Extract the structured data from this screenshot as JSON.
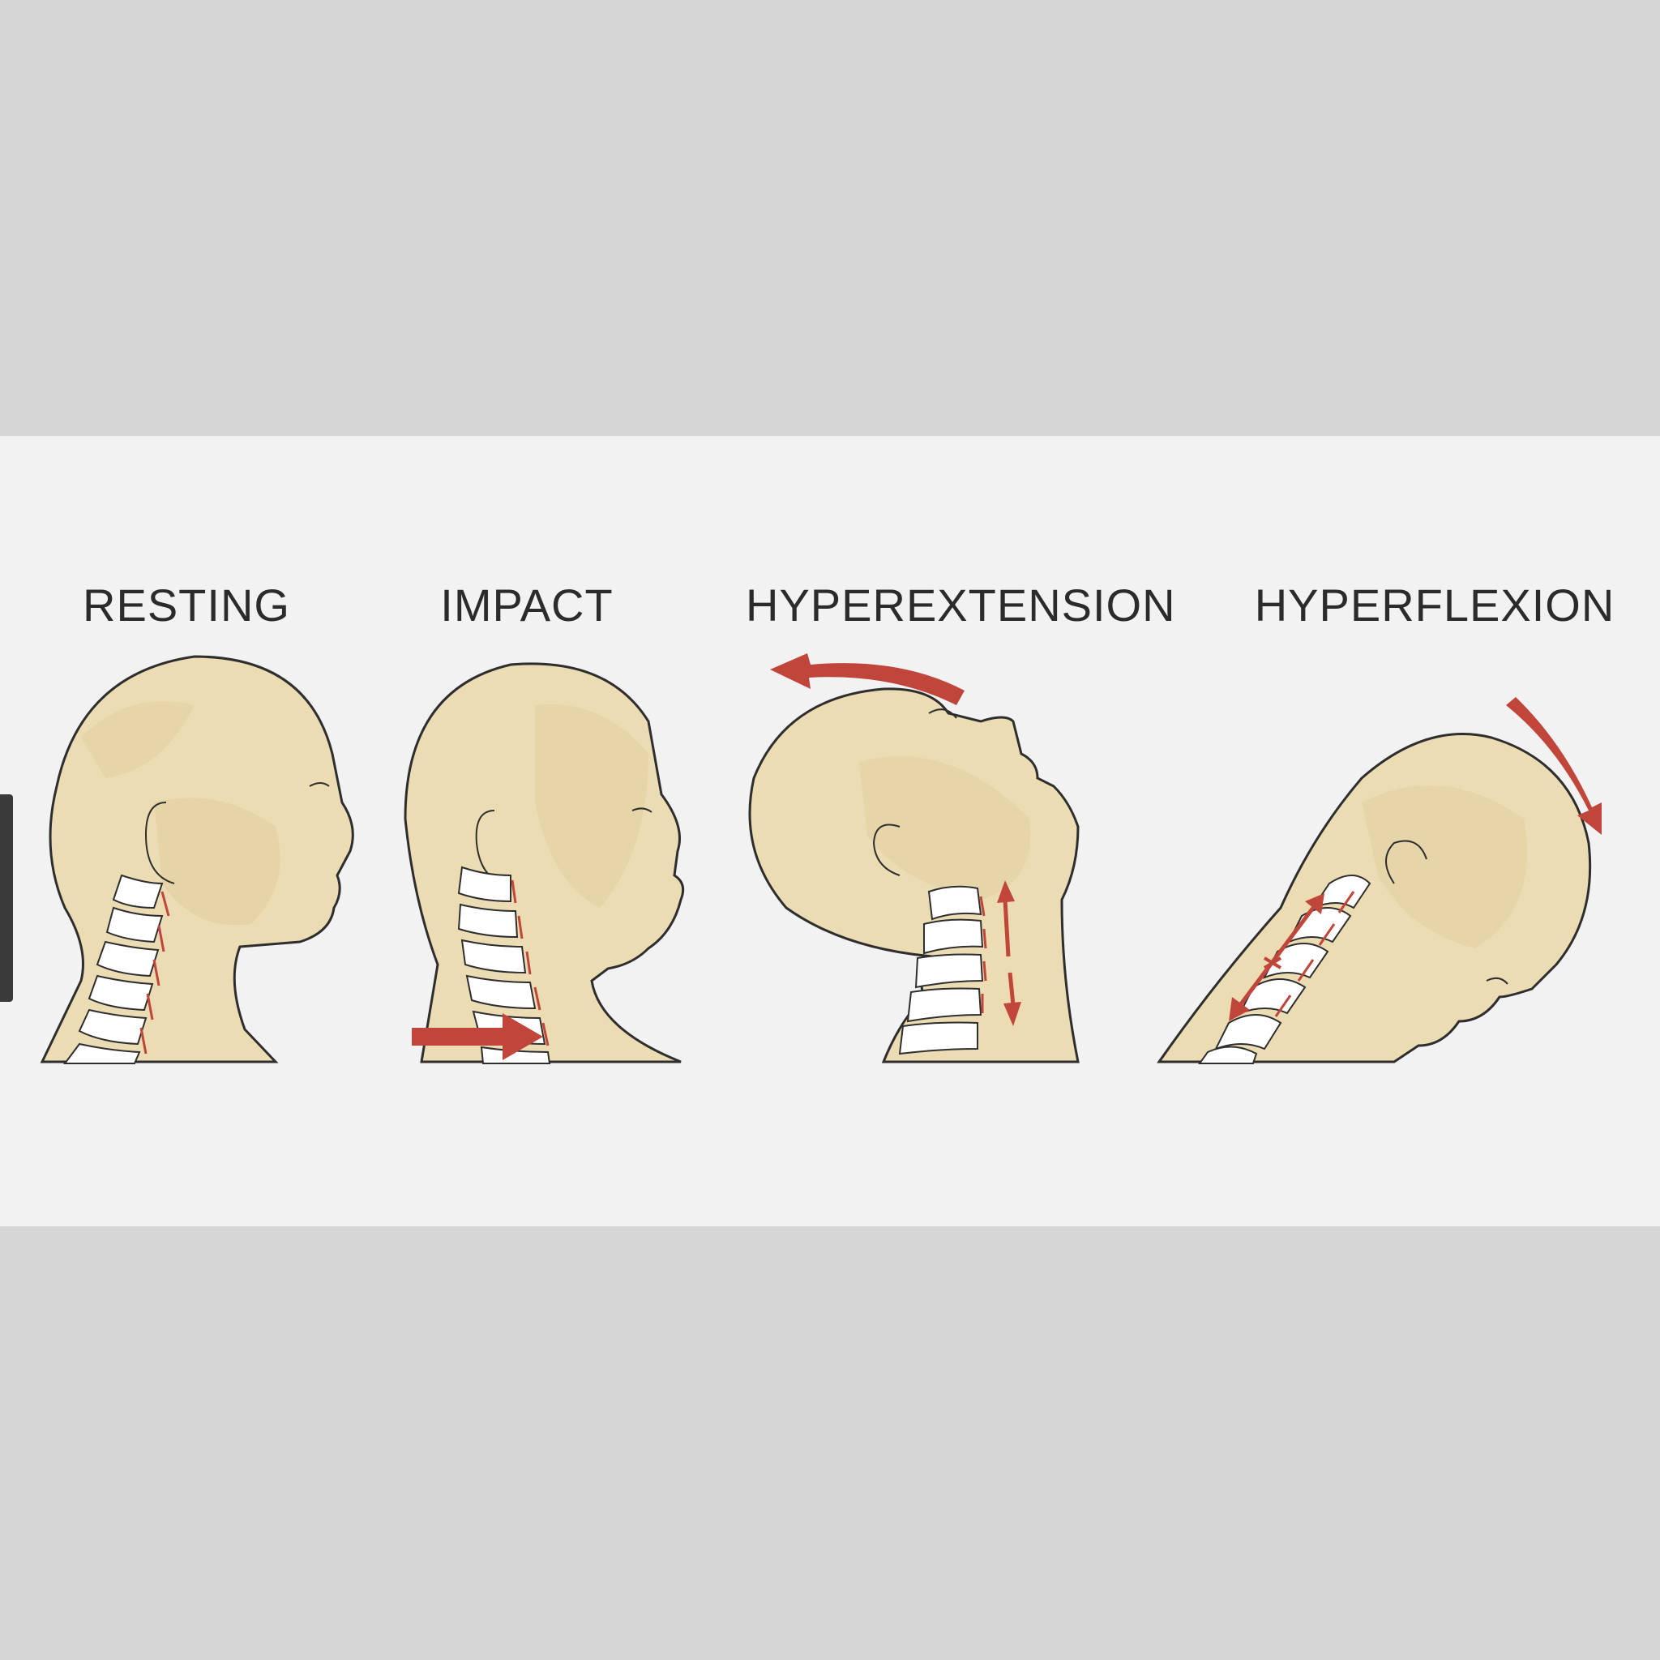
{
  "panels": [
    {
      "id": "resting",
      "label": "RESTING"
    },
    {
      "id": "impact",
      "label": "IMPACT"
    },
    {
      "id": "hyperextension",
      "label": "HYPEREXTENSION"
    },
    {
      "id": "hyperflexion",
      "label": "HYPERFLEXION"
    }
  ],
  "colors": {
    "skin": "#ecdcb4",
    "skin_shadow": "#e2cea0",
    "outline": "#2e2e2e",
    "bone": "#ffffff",
    "arrow": "#c0453a",
    "band": "#f2f2f2",
    "page": "#d6d6d6"
  }
}
